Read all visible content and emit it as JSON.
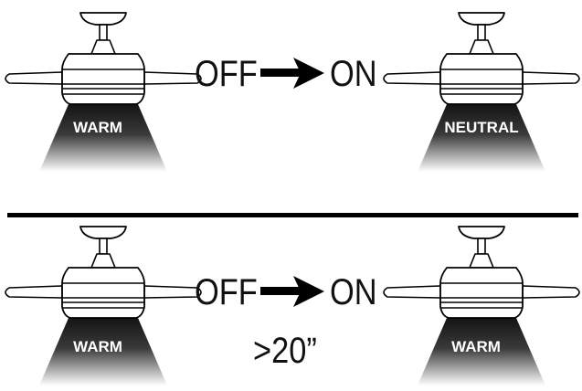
{
  "rows": [
    {
      "transition": {
        "from": "OFF",
        "to": "ON"
      },
      "before": {
        "light": "WARM"
      },
      "after": {
        "light": "NEUTRAL"
      },
      "delay": ""
    },
    {
      "transition": {
        "from": "OFF",
        "to": "ON"
      },
      "before": {
        "light": "WARM"
      },
      "after": {
        "light": "WARM"
      },
      "delay": ">20”"
    }
  ],
  "colors": {
    "ink": "#000000",
    "beam_dark": "#1a1a1a",
    "beam_light": "#ffffff"
  },
  "icons": {
    "fan": "ceiling-fan-icon",
    "arrow": "right-arrow-icon"
  }
}
